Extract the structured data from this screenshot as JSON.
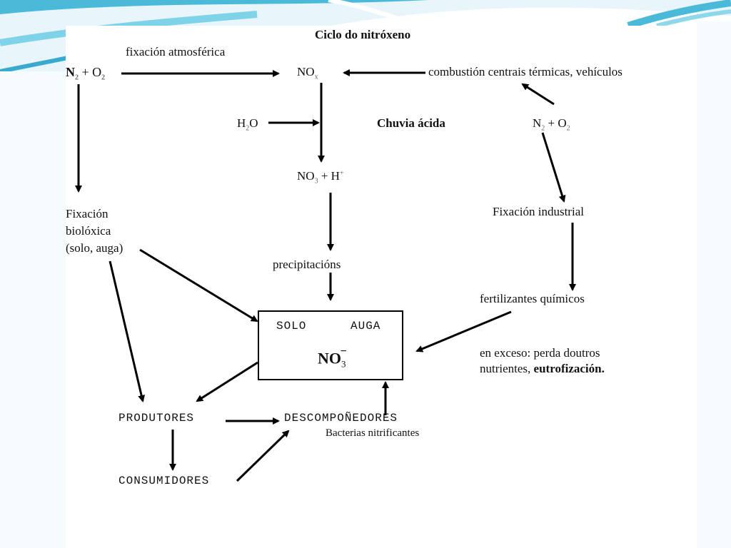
{
  "title": "Ciclo do nitróxeno",
  "nodes": {
    "n2_o2_left": {
      "base1": "N",
      "sub1": "2",
      "mid": " + O",
      "sub2": "2"
    },
    "fixacion_atmosferica": "fixación atmosférica",
    "nox": {
      "base": "NO",
      "sub": "x"
    },
    "combustion": "combustión centrais térmicas, vehículos",
    "h2o": {
      "base1": "H",
      "sub": "2",
      "base2": "O"
    },
    "chuvia_acida": "Chuvia ácida",
    "n2_o2_right": {
      "base1": "N",
      "sub1": "2",
      "mid": " + O",
      "sub2": "2"
    },
    "no3_h": {
      "base1": "NO",
      "sub": "3",
      "mid": " + H",
      "sup": "+"
    },
    "fixacion_biologica": [
      "Fixación",
      "biolóxica",
      "(solo, auga)"
    ],
    "fixacion_industrial": "Fixación industrial",
    "precipitacions": "precipitacións",
    "fertilizantes": "fertilizantes químicos",
    "exceso": {
      "line1": "en exceso: perda doutros",
      "line2a": "nutrientes, ",
      "line2b": "eutrofización."
    },
    "box": {
      "solo": "SOLO",
      "auga": "AUGA",
      "no3": {
        "base": "NO",
        "sub": "3",
        "sup": "−"
      }
    },
    "produtores": "PRODUTORES",
    "descompoñedores": "DESCOMPOÑEDORES",
    "bacterias": "Bacterias nitrificantes",
    "consumidores": "CONSUMIDORES"
  },
  "colors": {
    "background_accent": "#5ec4dc",
    "ink": "#111111"
  }
}
